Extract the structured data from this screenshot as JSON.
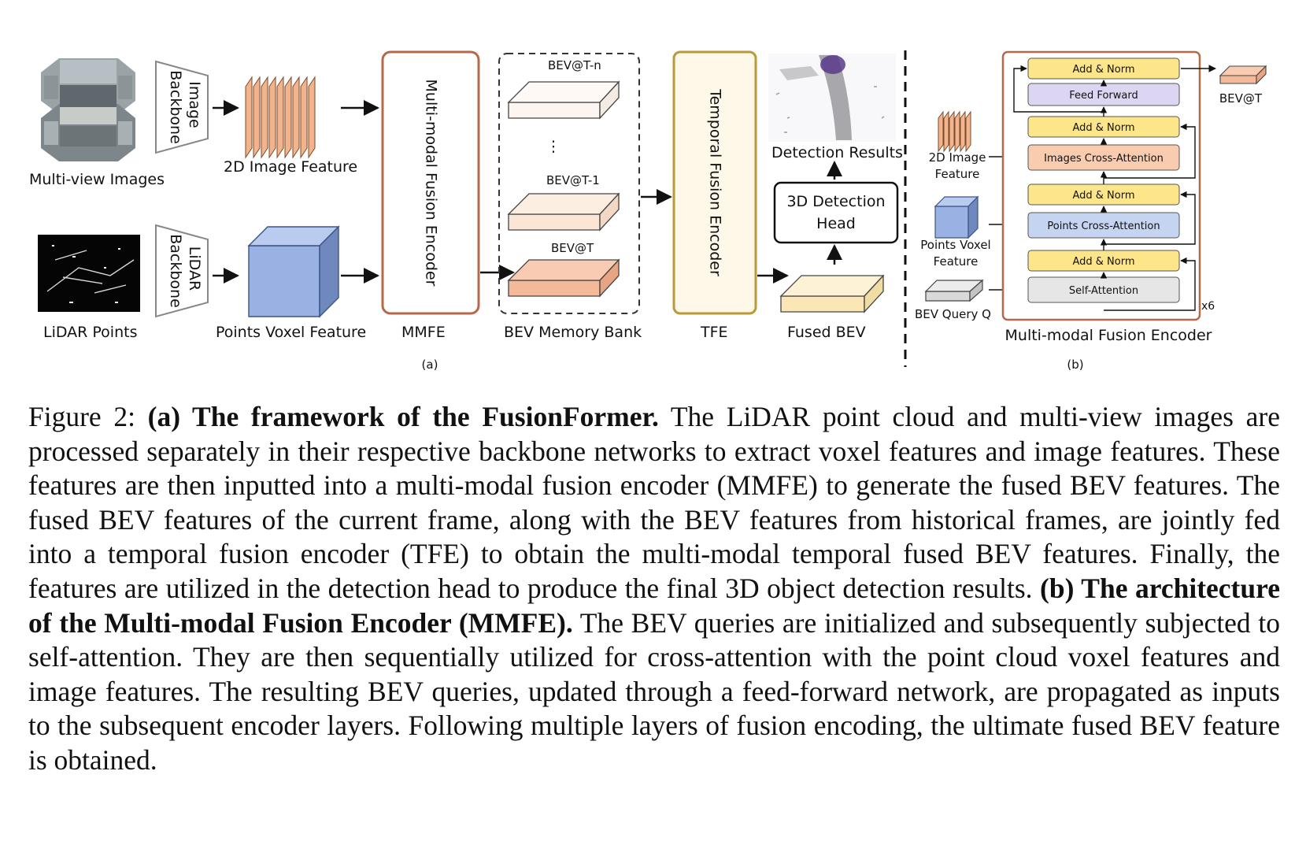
{
  "figure": {
    "panel_a": {
      "multiview_label": "Multi-view Images",
      "image_backbone_label": "Image Backbone",
      "image_feature_label": "2D Image Feature",
      "lidar_points_label": "LiDAR Points",
      "lidar_backbone_label": "LiDAR Backbone",
      "voxel_feature_label": "Points Voxel Feature",
      "mmfe_box_label": "Multi-modal Fusion Encoder",
      "mmfe_label": "MMFE",
      "bev_tn": "BEV@T-n",
      "bev_t1": "BEV@T-1",
      "bev_t": "BEV@T",
      "ellipsis": "⋮",
      "memory_bank_label": "BEV Memory Bank",
      "tfe_box_label": "Temporal Fusion Encoder",
      "tfe_label": "TFE",
      "detection_results_label": "Detection Results",
      "detection_head_line1": "3D Detection",
      "detection_head_line2": "Head",
      "fused_bev_label": "Fused BEV",
      "sub_label": "(a)"
    },
    "panel_b": {
      "image_feature_line1": "2D Image",
      "image_feature_line2": "Feature",
      "voxel_feature_line1": "Points Voxel",
      "voxel_feature_line2": "Feature",
      "bev_query_label": "BEV Query Q",
      "add_norm": "Add & Norm",
      "feed_forward": "Feed Forward",
      "images_cross_attention": "Images Cross-Attention",
      "points_cross_attention": "Points Cross-Attention",
      "self_attention": "Self-Attention",
      "repeat": "x6",
      "bev_out": "BEV@T",
      "encoder_label": "Multi-modal Fusion Encoder",
      "sub_label": "(b)"
    }
  },
  "caption": {
    "prefix": "Figure 2: ",
    "title_a": "(a) The framework of the FusionFormer.",
    "text_a": " The LiDAR point cloud and multi-view images are processed separately in their respective backbone networks to extract voxel features and image features. These features are then inputted into a multi-modal fusion encoder (MMFE) to generate the fused BEV features. The fused BEV features of the current frame, along with the BEV features from historical frames, are jointly fed into a temporal fusion encoder (TFE) to obtain the multi-modal temporal fused BEV features. Finally, the features are utilized in the detection head to produce the final 3D object detection results. ",
    "title_b": "(b) The architecture of the Multi-modal Fusion Encoder (MMFE).",
    "text_b": " The BEV queries are initialized and subsequently subjected to self-attention. They are then sequentially utilized for cross-attention with the point cloud voxel features and image features. The resulting BEV queries, updated through a feed-forward network, are propagated as inputs to the subsequent encoder layers. Following multiple layers of fusion encoding, the ultimate fused BEV feature is obtained."
  },
  "colors": {
    "image_feature": "#f2b48c",
    "voxel_feature": "#8fa9dc",
    "mmfe_border": "#b5694a",
    "tfe_border": "#b89a3a",
    "tfe_fill": "#fdf8e8",
    "add_norm": "#fde58a",
    "feed_forward": "#ddd6f3",
    "images_ca": "#f9ccb0",
    "points_ca": "#c5d5f1",
    "self_attention": "#e6e6e6",
    "fused_bev": "#fbecc2"
  }
}
